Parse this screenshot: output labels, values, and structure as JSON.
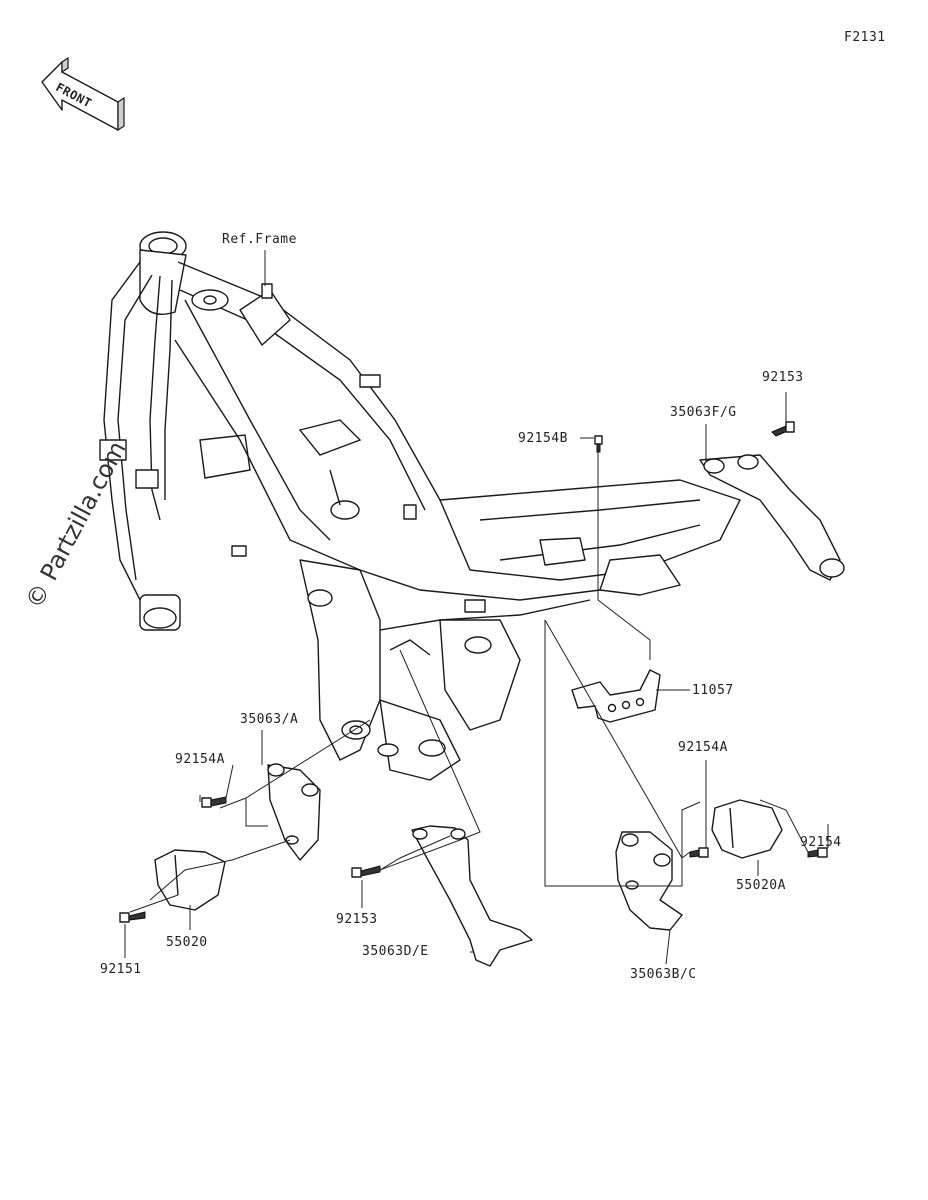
{
  "diagram_code": "F2131",
  "front_indicator": "FRONT",
  "watermark": "© Partzilla.com",
  "labels": {
    "ref_frame": "Ref.Frame",
    "p92153_top": "92153",
    "p35063FG": "35063F/G",
    "p92154B": "92154B",
    "p11057": "11057",
    "p35063A": "35063/A",
    "p92154A_left": "92154A",
    "p92154A_right": "92154A",
    "p92154": "92154",
    "p55020A": "55020A",
    "p92153_mid": "92153",
    "p35063DE": "35063D/E",
    "p35063BC": "35063B/C",
    "p55020": "55020",
    "p92151": "92151"
  }
}
